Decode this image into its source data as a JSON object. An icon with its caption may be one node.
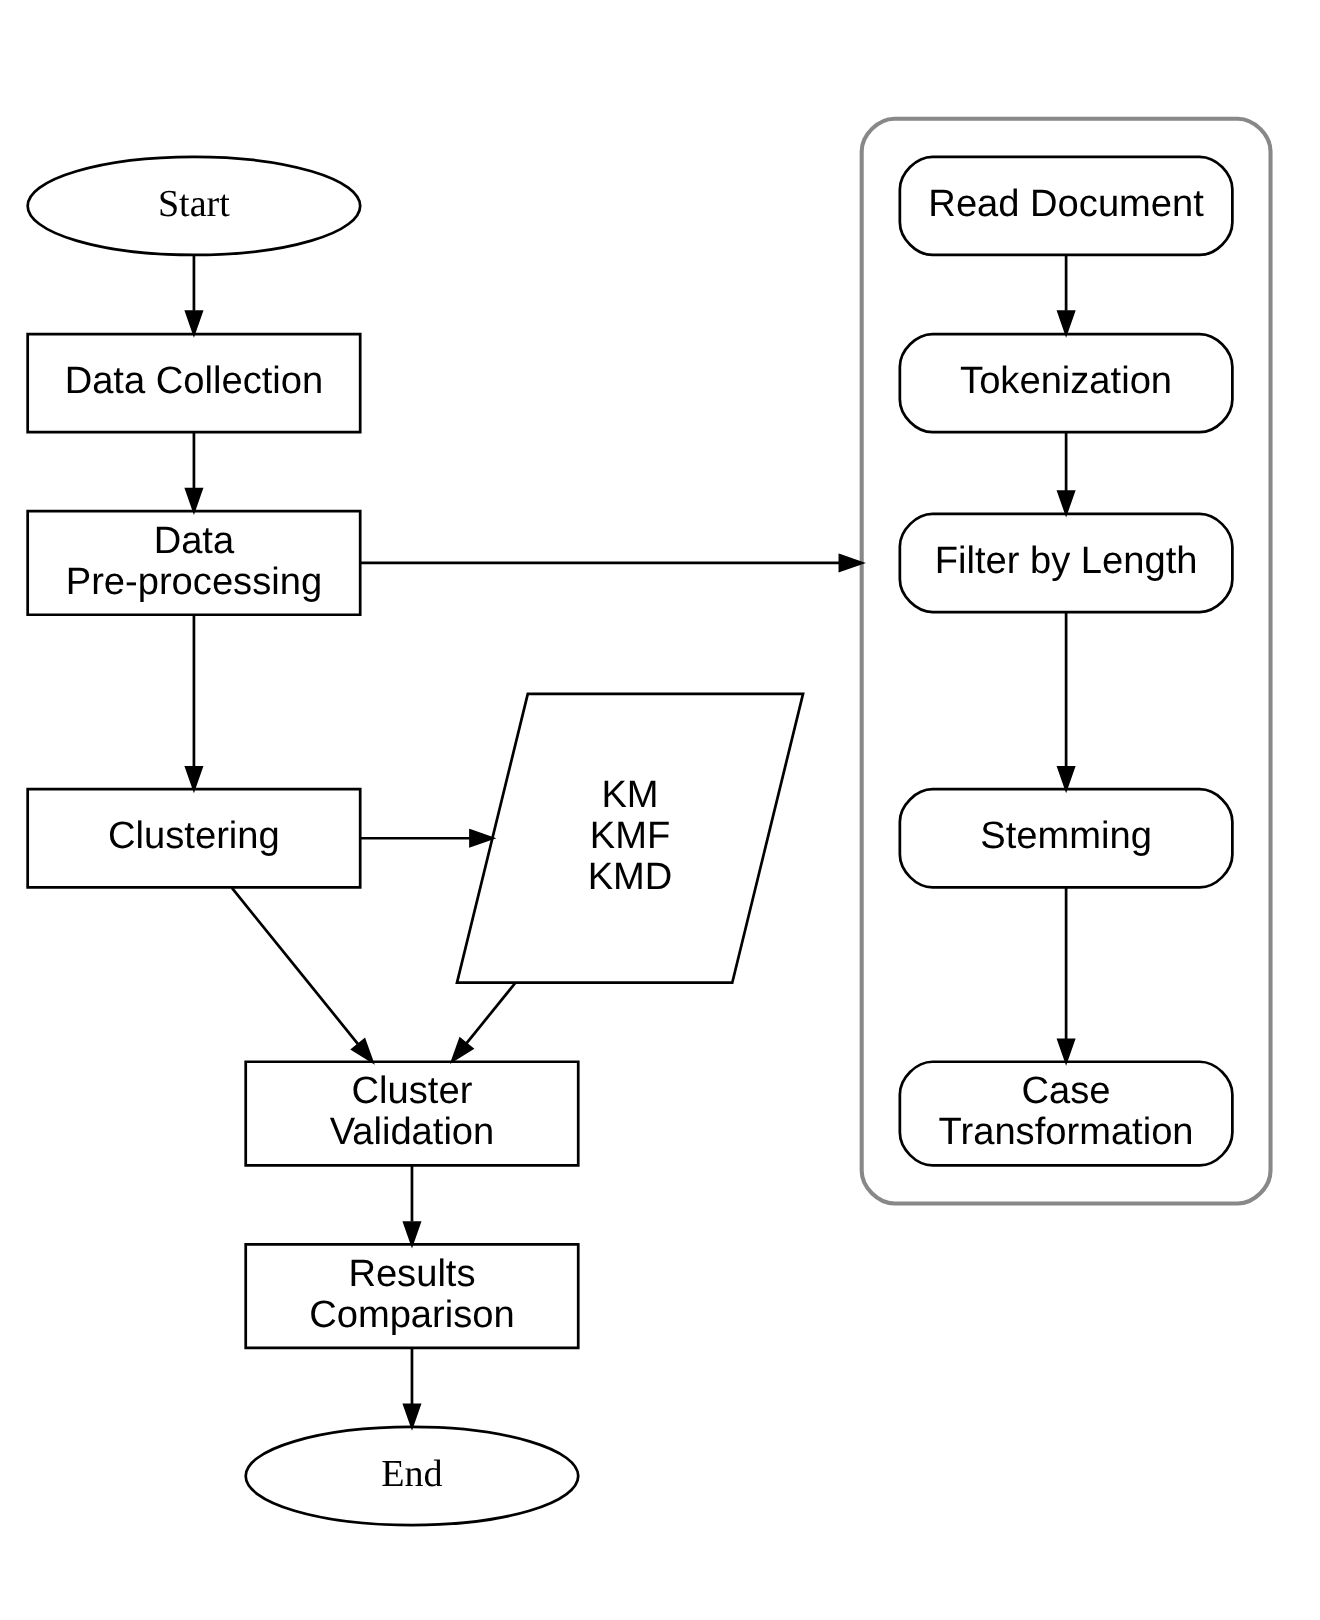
{
  "diagram": {
    "nodes": [
      {
        "text": [
          "Start"
        ]
      },
      {
        "text": [
          "Data Collection"
        ]
      },
      {
        "text": [
          "Data Pre-processing"
        ]
      },
      {
        "text": [
          "Clustering"
        ]
      },
      {
        "text": [
          "KM KMF KMD"
        ]
      },
      {
        "text": [
          "Cluster Validation"
        ]
      },
      {
        "text": [
          "Results Comparison"
        ]
      },
      {
        "text": [
          "End"
        ]
      },
      {
        "text": [],
        "shape": "box"
      },
      {
        "text": [
          "Read Document"
        ],
        "in": 8
      },
      {
        "text": [
          "Tokenization"
        ],
        "in": 8
      },
      {
        "text": [
          "Filter by Length"
        ],
        "in": 8
      },
      {
        "text": [
          "Stemming"
        ],
        "in": 8
      },
      {
        "text": [
          "Case Transformation"
        ],
        "in": 8
      }
    ],
    "edges": [
      {
        "from": 0,
        "to": 1,
        "arrow": "to"
      },
      {
        "from": 1,
        "to": 2,
        "arrow": "to"
      },
      {
        "from": 2,
        "to": 3,
        "arrow": "to"
      },
      {
        "from": 2,
        "to": 8,
        "arrow": "to"
      },
      {
        "from": 3,
        "to": 4,
        "arrow": "to"
      },
      {
        "from": 3,
        "to": 5,
        "arrow": "to"
      },
      {
        "from": 4,
        "to": 5,
        "arrow": "to"
      },
      {
        "from": 5,
        "to": 6,
        "arrow": "to"
      },
      {
        "from": 6,
        "to": 7,
        "arrow": "to"
      },
      {
        "from": 9,
        "to": 10,
        "arrow": "to"
      },
      {
        "from": 10,
        "to": 11,
        "arrow": "to"
      },
      {
        "from": 11,
        "to": 12,
        "arrow": "to"
      },
      {
        "from": 12,
        "to": 13,
        "arrow": "to"
      }
    ]
  }
}
